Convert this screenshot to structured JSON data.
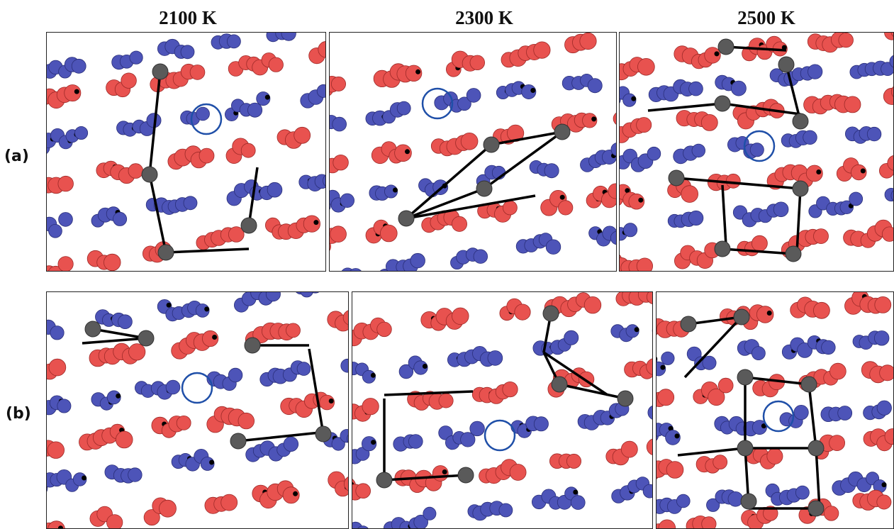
{
  "column_headers": [
    "2100 K",
    "2300 K",
    "2500 K"
  ],
  "row_labels": [
    "(a)",
    "(b)"
  ],
  "colors": {
    "red_atom": "#e8524f",
    "red_atom_stroke": "#9e2a28",
    "blue_atom": "#4d54b8",
    "blue_atom_stroke": "#2a2f7a",
    "gray_atom": "#5a5a5a",
    "bond": "#000000",
    "highlight_circle": "#1f4fa8"
  },
  "panels": [
    {
      "row": "(a)",
      "temperature": "2100 K"
    },
    {
      "row": "(a)",
      "temperature": "2300 K"
    },
    {
      "row": "(a)",
      "temperature": "2500 K"
    },
    {
      "row": "(b)",
      "temperature": "2100 K"
    },
    {
      "row": "(b)",
      "temperature": "2300 K"
    },
    {
      "row": "(b)",
      "temperature": "2500 K"
    }
  ]
}
